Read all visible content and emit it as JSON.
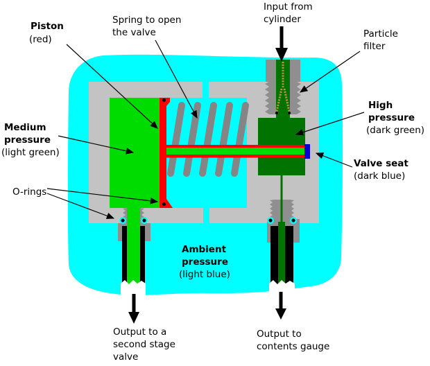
{
  "labels": {
    "piston": {
      "term": "Piston",
      "note": "(red)"
    },
    "spring": {
      "l1": "Spring to open",
      "l2": "the valve"
    },
    "input": {
      "l1": "Input from",
      "l2": "cylinder"
    },
    "filter": {
      "l1": "Particle",
      "l2": "filter"
    },
    "high": {
      "l1": "High",
      "l2": "pressure",
      "note": "(dark green)"
    },
    "seat": {
      "l1": "Valve seat",
      "note": "(dark blue)"
    },
    "medium": {
      "l1": "Medium",
      "l2": "pressure",
      "note": "(light green)"
    },
    "orings": {
      "l1": "O-rings"
    },
    "ambient": {
      "l1": "Ambient",
      "l2": "pressure",
      "note": "(light blue)"
    },
    "out_left": {
      "l1": "Output to a",
      "l2": "second stage",
      "l3": "valve"
    },
    "out_right": {
      "l1": "Output to",
      "l2": "contents gauge"
    }
  },
  "colors": {
    "ambient": "#00FFFF",
    "medium": "#00DC00",
    "high": "#007300",
    "red": "#FF0000",
    "blue": "#0000D0",
    "housing": "#C3C3C3",
    "fitting": "#8F8F8F",
    "spring": "#858585",
    "filter": "#C09048",
    "black": "#000000",
    "white": "#FFFFFF",
    "text": "#000000"
  }
}
